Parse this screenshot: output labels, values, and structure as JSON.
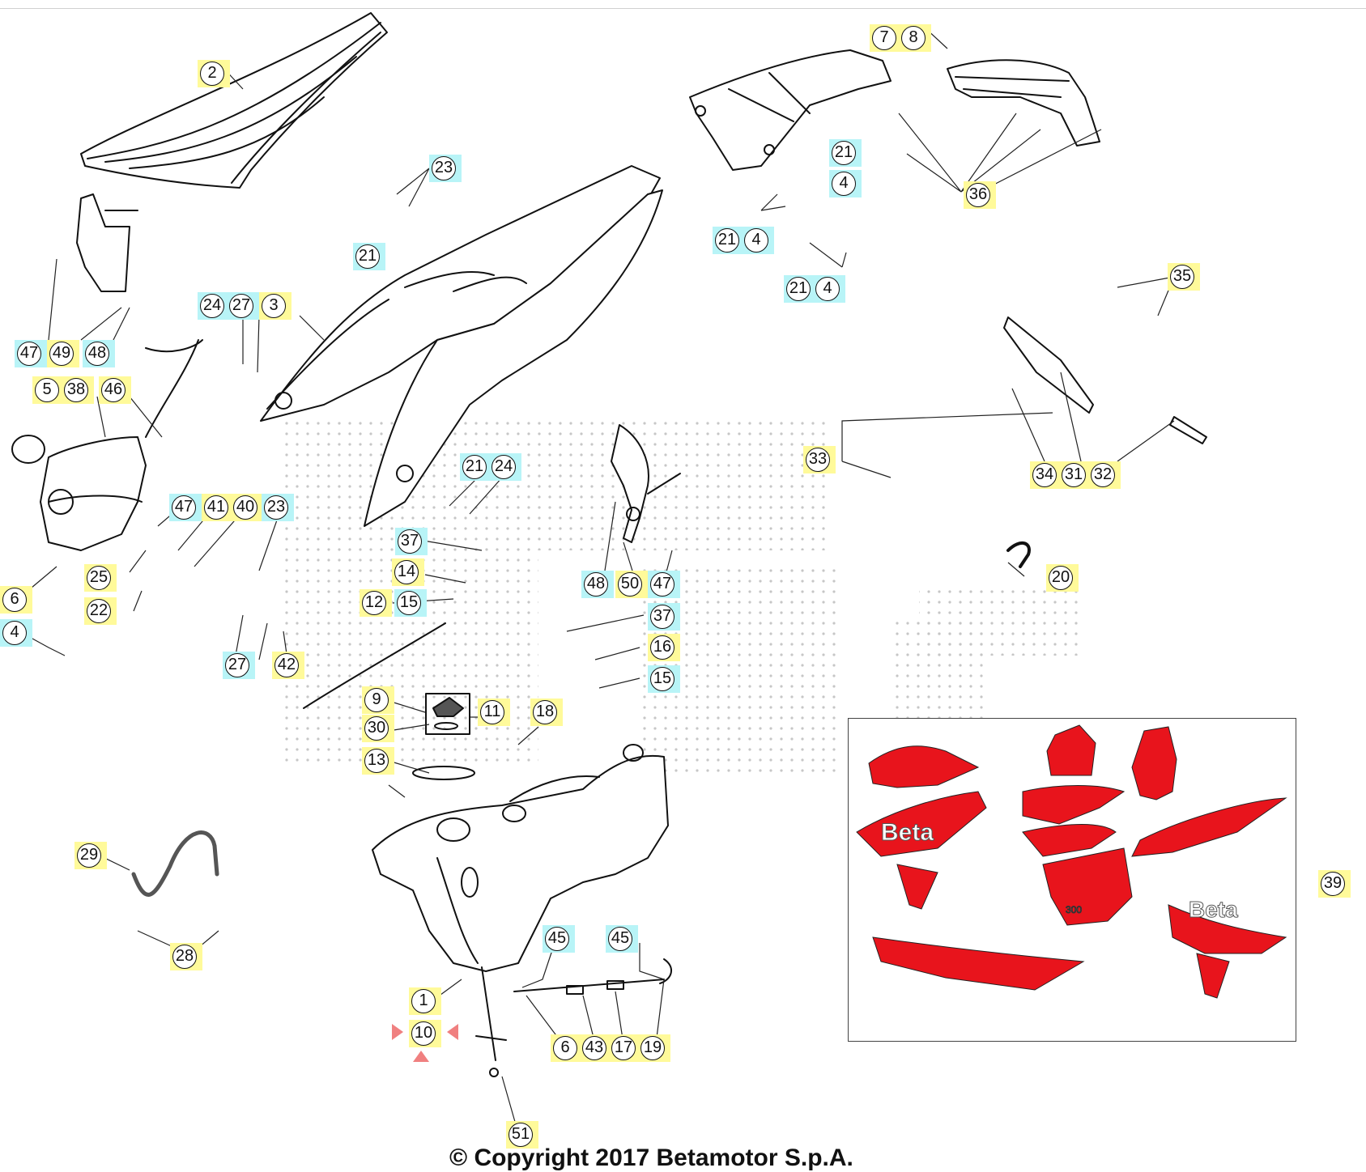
{
  "copyright": "© Copyright 2017 Betamotor S.p.A.",
  "callouts": [
    {
      "id": "c2",
      "parts": [
        "2"
      ],
      "color": "yellow"
    },
    {
      "id": "c7",
      "parts": [
        "7"
      ],
      "color": "yellow"
    },
    {
      "id": "c8",
      "parts": [
        "8"
      ],
      "color": "yellow"
    },
    {
      "id": "c23a",
      "parts": [
        "23"
      ],
      "color": "cyan"
    },
    {
      "id": "c21a",
      "parts": [
        "21"
      ],
      "color": "cyan"
    },
    {
      "id": "c4a",
      "parts": [
        "4"
      ],
      "color": "cyan"
    },
    {
      "id": "c36",
      "parts": [
        "36"
      ],
      "color": "yellow"
    },
    {
      "id": "c21b",
      "parts": [
        "21",
        "4"
      ],
      "color": "cyan"
    },
    {
      "id": "c21c",
      "parts": [
        "21"
      ],
      "color": "cyan"
    },
    {
      "id": "c35",
      "parts": [
        "35"
      ],
      "color": "yellow"
    },
    {
      "id": "c21d",
      "parts": [
        "21",
        "4"
      ],
      "color": "cyan"
    },
    {
      "id": "c24a",
      "parts": [
        "24",
        "27"
      ],
      "color": "cyan"
    },
    {
      "id": "c3",
      "parts": [
        "3"
      ],
      "color": "yellow"
    },
    {
      "id": "c47a",
      "parts": [
        "47"
      ],
      "color": "cyan"
    },
    {
      "id": "c49",
      "parts": [
        "49"
      ],
      "color": "yellow"
    },
    {
      "id": "c48a",
      "parts": [
        "48"
      ],
      "color": "cyan"
    },
    {
      "id": "c5",
      "parts": [
        "5",
        "38"
      ],
      "color": "yellow"
    },
    {
      "id": "c46",
      "parts": [
        "46"
      ],
      "color": "yellow"
    },
    {
      "id": "c33",
      "parts": [
        "33"
      ],
      "color": "yellow"
    },
    {
      "id": "c34",
      "parts": [
        "34",
        "31",
        "32"
      ],
      "color": "yellow"
    },
    {
      "id": "c21e",
      "parts": [
        "21",
        "24"
      ],
      "color": "cyan"
    },
    {
      "id": "c47b",
      "parts": [
        "47"
      ],
      "color": "cyan"
    },
    {
      "id": "c41",
      "parts": [
        "41",
        "40"
      ],
      "color": "yellow"
    },
    {
      "id": "c23b",
      "parts": [
        "23"
      ],
      "color": "cyan"
    },
    {
      "id": "c37a",
      "parts": [
        "37"
      ],
      "color": "cyan"
    },
    {
      "id": "c20",
      "parts": [
        "20"
      ],
      "color": "yellow"
    },
    {
      "id": "c14",
      "parts": [
        "14"
      ],
      "color": "yellow"
    },
    {
      "id": "c25",
      "parts": [
        "25"
      ],
      "color": "yellow"
    },
    {
      "id": "c48b",
      "parts": [
        "48"
      ],
      "color": "cyan"
    },
    {
      "id": "c50",
      "parts": [
        "50"
      ],
      "color": "yellow"
    },
    {
      "id": "c47c",
      "parts": [
        "47"
      ],
      "color": "cyan"
    },
    {
      "id": "c6a",
      "parts": [
        "6"
      ],
      "color": "yellow"
    },
    {
      "id": "c12",
      "parts": [
        "12"
      ],
      "color": "yellow"
    },
    {
      "id": "c15a",
      "parts": [
        "15"
      ],
      "color": "cyan"
    },
    {
      "id": "c22",
      "parts": [
        "22"
      ],
      "color": "yellow"
    },
    {
      "id": "c37b",
      "parts": [
        "37"
      ],
      "color": "cyan"
    },
    {
      "id": "c4b",
      "parts": [
        "4"
      ],
      "color": "cyan"
    },
    {
      "id": "c16",
      "parts": [
        "16"
      ],
      "color": "yellow"
    },
    {
      "id": "c27b",
      "parts": [
        "27"
      ],
      "color": "cyan"
    },
    {
      "id": "c42",
      "parts": [
        "42"
      ],
      "color": "yellow"
    },
    {
      "id": "c15b",
      "parts": [
        "15"
      ],
      "color": "cyan"
    },
    {
      "id": "c9",
      "parts": [
        "9"
      ],
      "color": "yellow"
    },
    {
      "id": "c11",
      "parts": [
        "11"
      ],
      "color": "yellow"
    },
    {
      "id": "c18",
      "parts": [
        "18"
      ],
      "color": "yellow"
    },
    {
      "id": "c30",
      "parts": [
        "30"
      ],
      "color": "yellow"
    },
    {
      "id": "c13",
      "parts": [
        "13"
      ],
      "color": "yellow"
    },
    {
      "id": "c29",
      "parts": [
        "29"
      ],
      "color": "yellow"
    },
    {
      "id": "c39",
      "parts": [
        "39"
      ],
      "color": "yellow"
    },
    {
      "id": "c45a",
      "parts": [
        "45"
      ],
      "color": "cyan"
    },
    {
      "id": "c45b",
      "parts": [
        "45"
      ],
      "color": "cyan"
    },
    {
      "id": "c28",
      "parts": [
        "28"
      ],
      "color": "yellow"
    },
    {
      "id": "c1",
      "parts": [
        "1"
      ],
      "color": "yellow"
    },
    {
      "id": "c10",
      "parts": [
        "10"
      ],
      "color": "yellow"
    },
    {
      "id": "c6b",
      "parts": [
        "6",
        "43",
        "17",
        "19"
      ],
      "color": "yellow"
    },
    {
      "id": "c51",
      "parts": [
        "51"
      ],
      "color": "yellow"
    }
  ],
  "decals": {
    "brand_text": "Beta",
    "model_text": "300"
  },
  "colors": {
    "highlight_yellow": "#fffa9a",
    "highlight_cyan": "#b8f4f7",
    "decal_red": "#e8141c",
    "selection_marker": "#f08080"
  }
}
